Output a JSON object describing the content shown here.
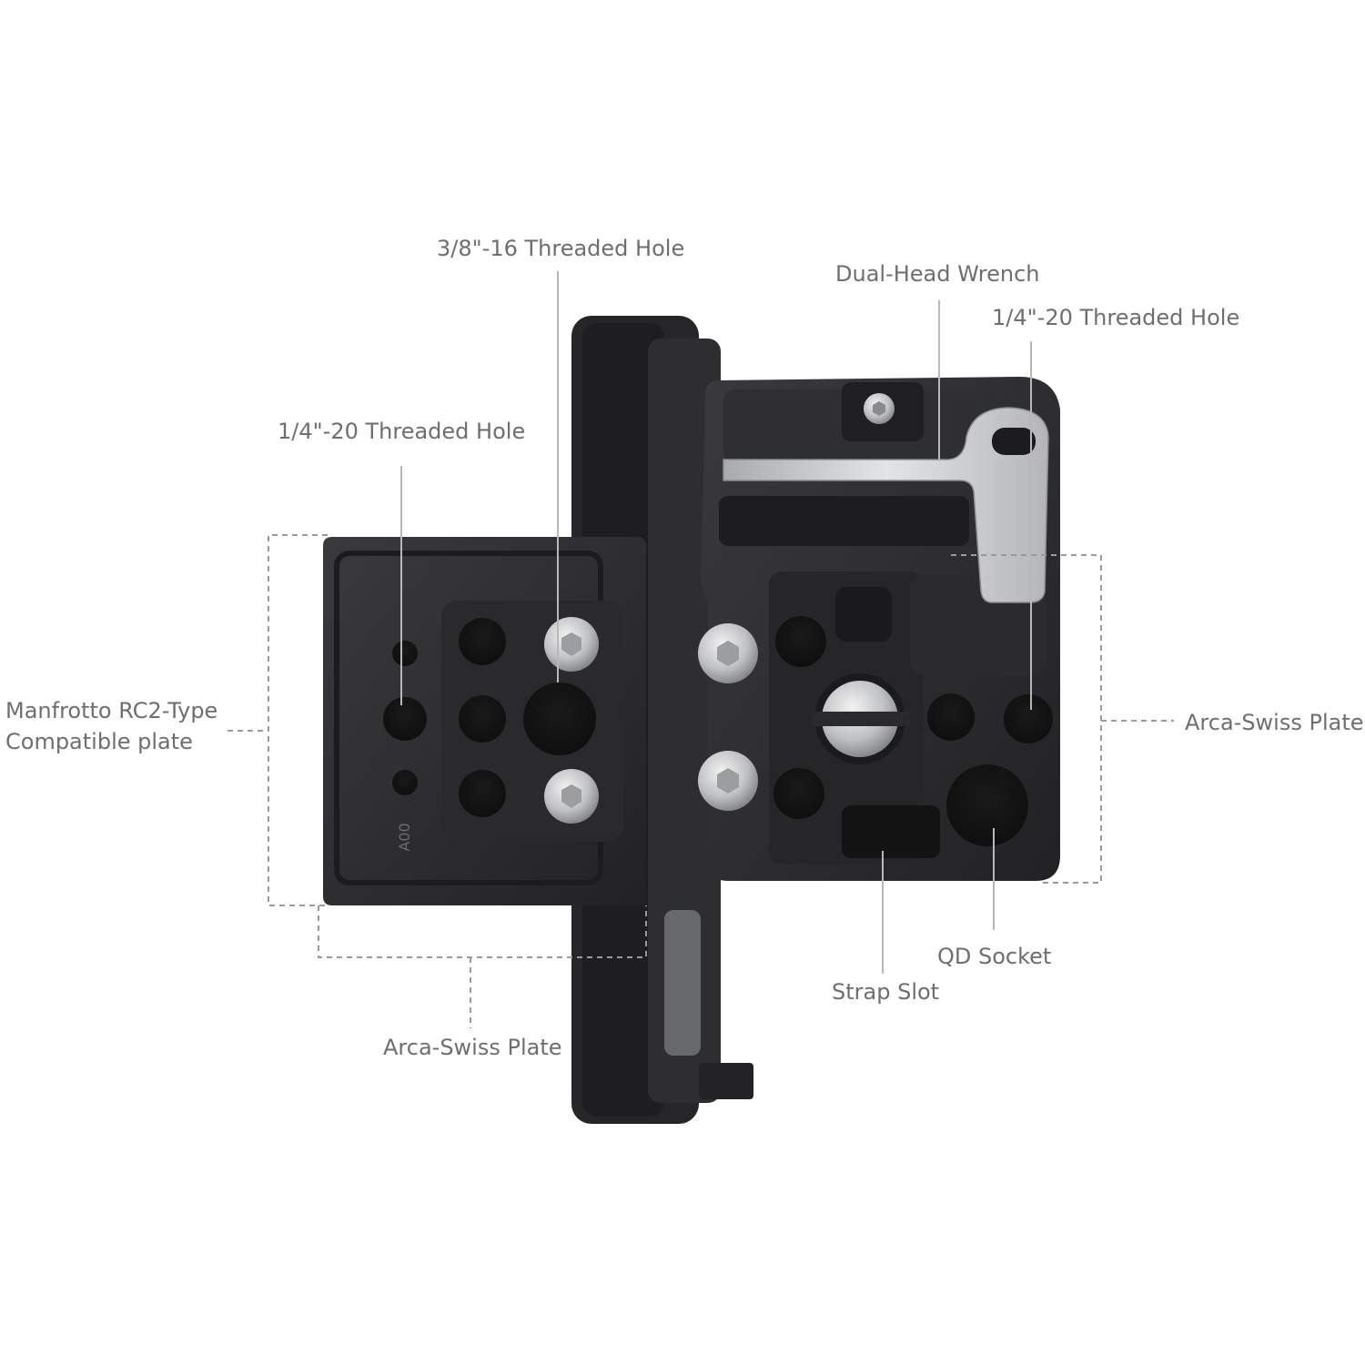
{
  "labels": {
    "threaded_38": "3/8\"-16 Threaded Hole",
    "dual_head_wrench": "Dual-Head Wrench",
    "threaded_14_right": "1/4\"-20 Threaded Hole",
    "threaded_14_left": "1/4\"-20 Threaded Hole",
    "manfrotto_line1": "Manfrotto RC2-Type",
    "manfrotto_line2": "Compatible plate",
    "arca_right": "Arca-Swiss Plate",
    "arca_bottom": "Arca-Swiss Plate",
    "qd_socket": "QD Socket",
    "strap_slot": "Strap Slot"
  },
  "product": {
    "engraving": "A00"
  },
  "colors": {
    "body": "#2a2a2c",
    "body_light": "#3a3a3d",
    "body_shadow": "#1c1c1e",
    "metal": "#c9cacc",
    "label_text": "#6e6e6e",
    "leader": "#b8b8b8"
  }
}
